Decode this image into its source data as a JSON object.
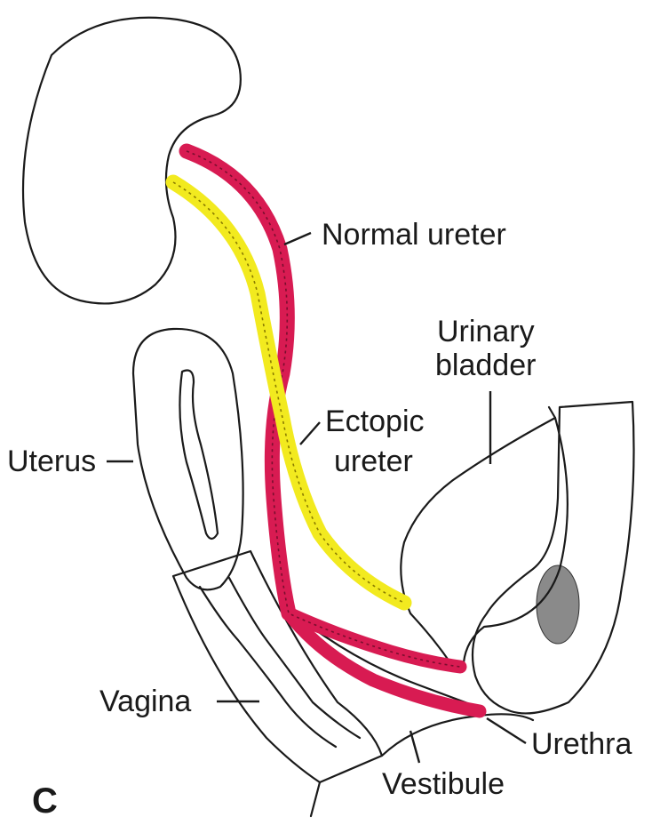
{
  "labels": {
    "normal_ureter": "Normal ureter",
    "urinary_bladder_line1": "Urinary",
    "urinary_bladder_line2": "bladder",
    "ectopic_ureter_line1": "Ectopic",
    "ectopic_ureter_line2": "ureter",
    "uterus": "Uterus",
    "vagina": "Vagina",
    "urethra": "Urethra",
    "vestibule": "Vestibule",
    "panel": "C"
  },
  "colors": {
    "normal_ureter": "#d81b52",
    "ectopic_ureter": "#f2ea1f",
    "kidney": "#f2f2f2",
    "outline": "#1a1a1a"
  }
}
